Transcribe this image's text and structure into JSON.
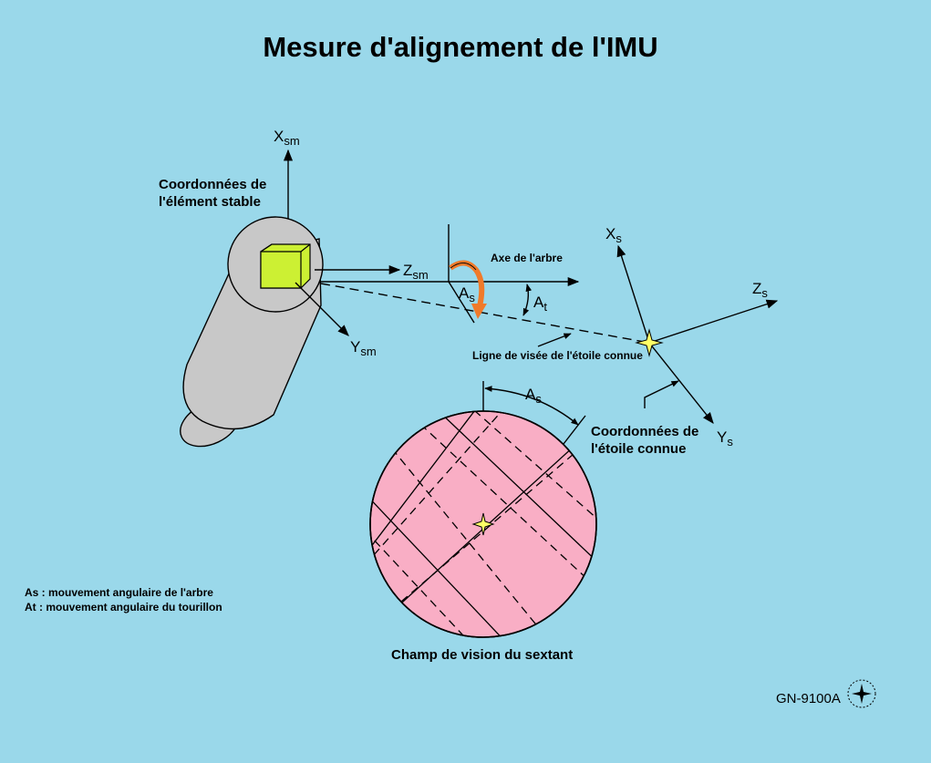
{
  "title": "Mesure d'alignement de l'IMU",
  "labels": {
    "stable_member_coords": [
      "Coordonnées de",
      "l'élément stable"
    ],
    "shaft_axis": "Axe de l'arbre",
    "line_of_sight": "Ligne de visée de l'étoile connue",
    "star_coords": [
      "Coordonnées de",
      "l'étoile connue"
    ],
    "sextant_field": "Champ de vision du sextant"
  },
  "axes": {
    "xsm": {
      "main": "X",
      "sub": "sm"
    },
    "ysm": {
      "main": "Y",
      "sub": "sm"
    },
    "zsm": {
      "main": "Z",
      "sub": "sm"
    },
    "xs": {
      "main": "X",
      "sub": "s"
    },
    "ys": {
      "main": "Y",
      "sub": "s"
    },
    "zs": {
      "main": "Z",
      "sub": "s"
    },
    "as_angle": {
      "main": "A",
      "sub": "s"
    },
    "at_angle": {
      "main": "A",
      "sub": "t"
    },
    "as_field": {
      "main": "A",
      "sub": "s"
    }
  },
  "legend": [
    "As : mouvement angulaire de l'arbre",
    "At : mouvement angulaire du tourillon"
  ],
  "figure_id": "GN-9100A",
  "colors": {
    "background": "#9ad8ea",
    "cylinder": "#c8c8c8",
    "cube": "#ccf033",
    "field": "#f9aec5",
    "arrow": "#f07a2a",
    "star": "#ffff66"
  }
}
